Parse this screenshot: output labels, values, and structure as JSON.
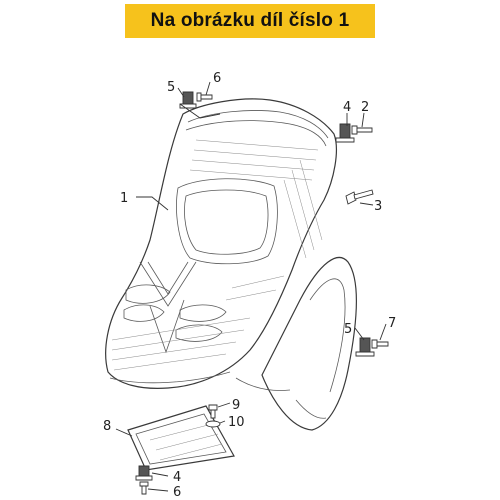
{
  "banner": {
    "text": "Na obrázku díl číslo 1",
    "color": "#f6c21c"
  },
  "callouts": {
    "c1": "1",
    "c2": "2",
    "c3": "3",
    "c4_top": "4",
    "c4_bottom": "4",
    "c5_top": "5",
    "c5_mid": "5",
    "c6_top": "6",
    "c6_bottom": "6",
    "c7": "7",
    "c8": "8",
    "c9": "9",
    "c10": "10"
  }
}
